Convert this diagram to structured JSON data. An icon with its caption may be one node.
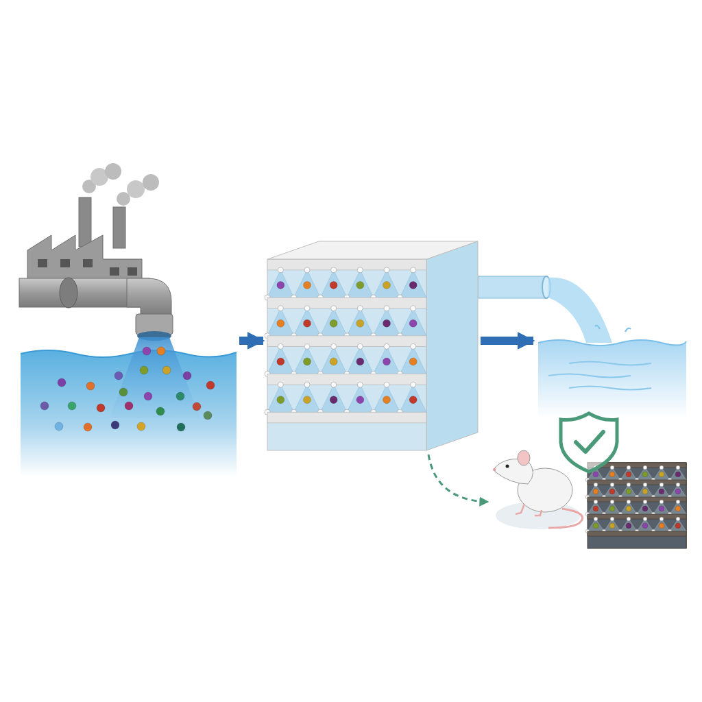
{
  "diagram": {
    "nodes": [
      {
        "text": [],
        "shape": "picture"
      },
      {
        "text": [],
        "shape": "picture"
      },
      {
        "text": [],
        "shape": "picture"
      },
      {
        "text": [],
        "shape": "picture"
      },
      {
        "text": [],
        "shape": "picture"
      }
    ],
    "edges": [
      {
        "from": 0,
        "to": 1,
        "arrow": "to"
      },
      {
        "from": 1,
        "to": 2,
        "arrow": "to"
      },
      {
        "from": 1,
        "to": 3,
        "arrow": "to",
        "style": "dashed",
        "color": "#4a9a7a"
      }
    ]
  }
}
